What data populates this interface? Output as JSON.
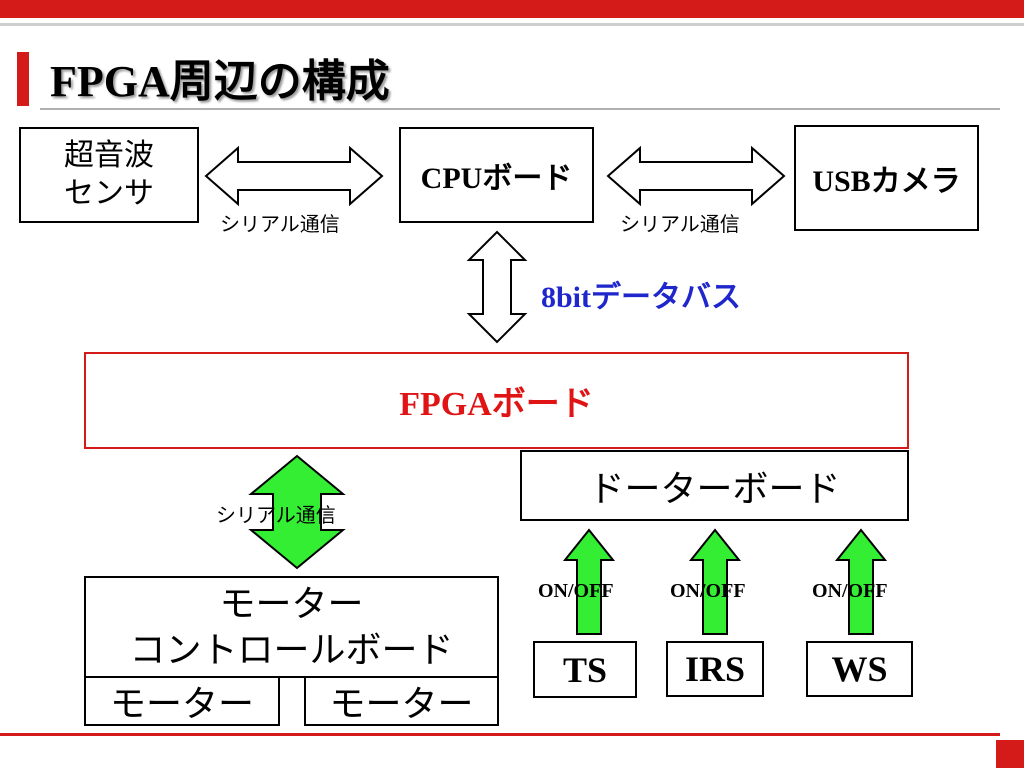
{
  "title": "FPGA周辺の構成",
  "colors": {
    "accent_red": "#d51a1a",
    "bus_blue": "#1f27cc",
    "green_arrow": "#33ee33"
  },
  "nodes": {
    "ultrasonic_sensor": [
      "超音波",
      "センサ"
    ],
    "cpu_board": "CPUボード",
    "usb_camera": "USBカメラ",
    "fpga_board": "FPGAボード",
    "daughter_board": "ドーターボード",
    "motor_controller": [
      "モーター",
      "コントロールボード"
    ],
    "motor_left": "モーター",
    "motor_right": "モーター",
    "sensor_ts": "TS",
    "sensor_irs": "IRS",
    "sensor_ws": "WS"
  },
  "edge_labels": {
    "serial_sensor_cpu": "シリアル通信",
    "serial_cpu_camera": "シリアル通信",
    "data_bus": "8bitデータバス",
    "serial_fpga_motor": "シリアル通信",
    "onoff_ts": "ON/OFF",
    "onoff_irs": "ON/OFF",
    "onoff_ws": "ON/OFF"
  }
}
